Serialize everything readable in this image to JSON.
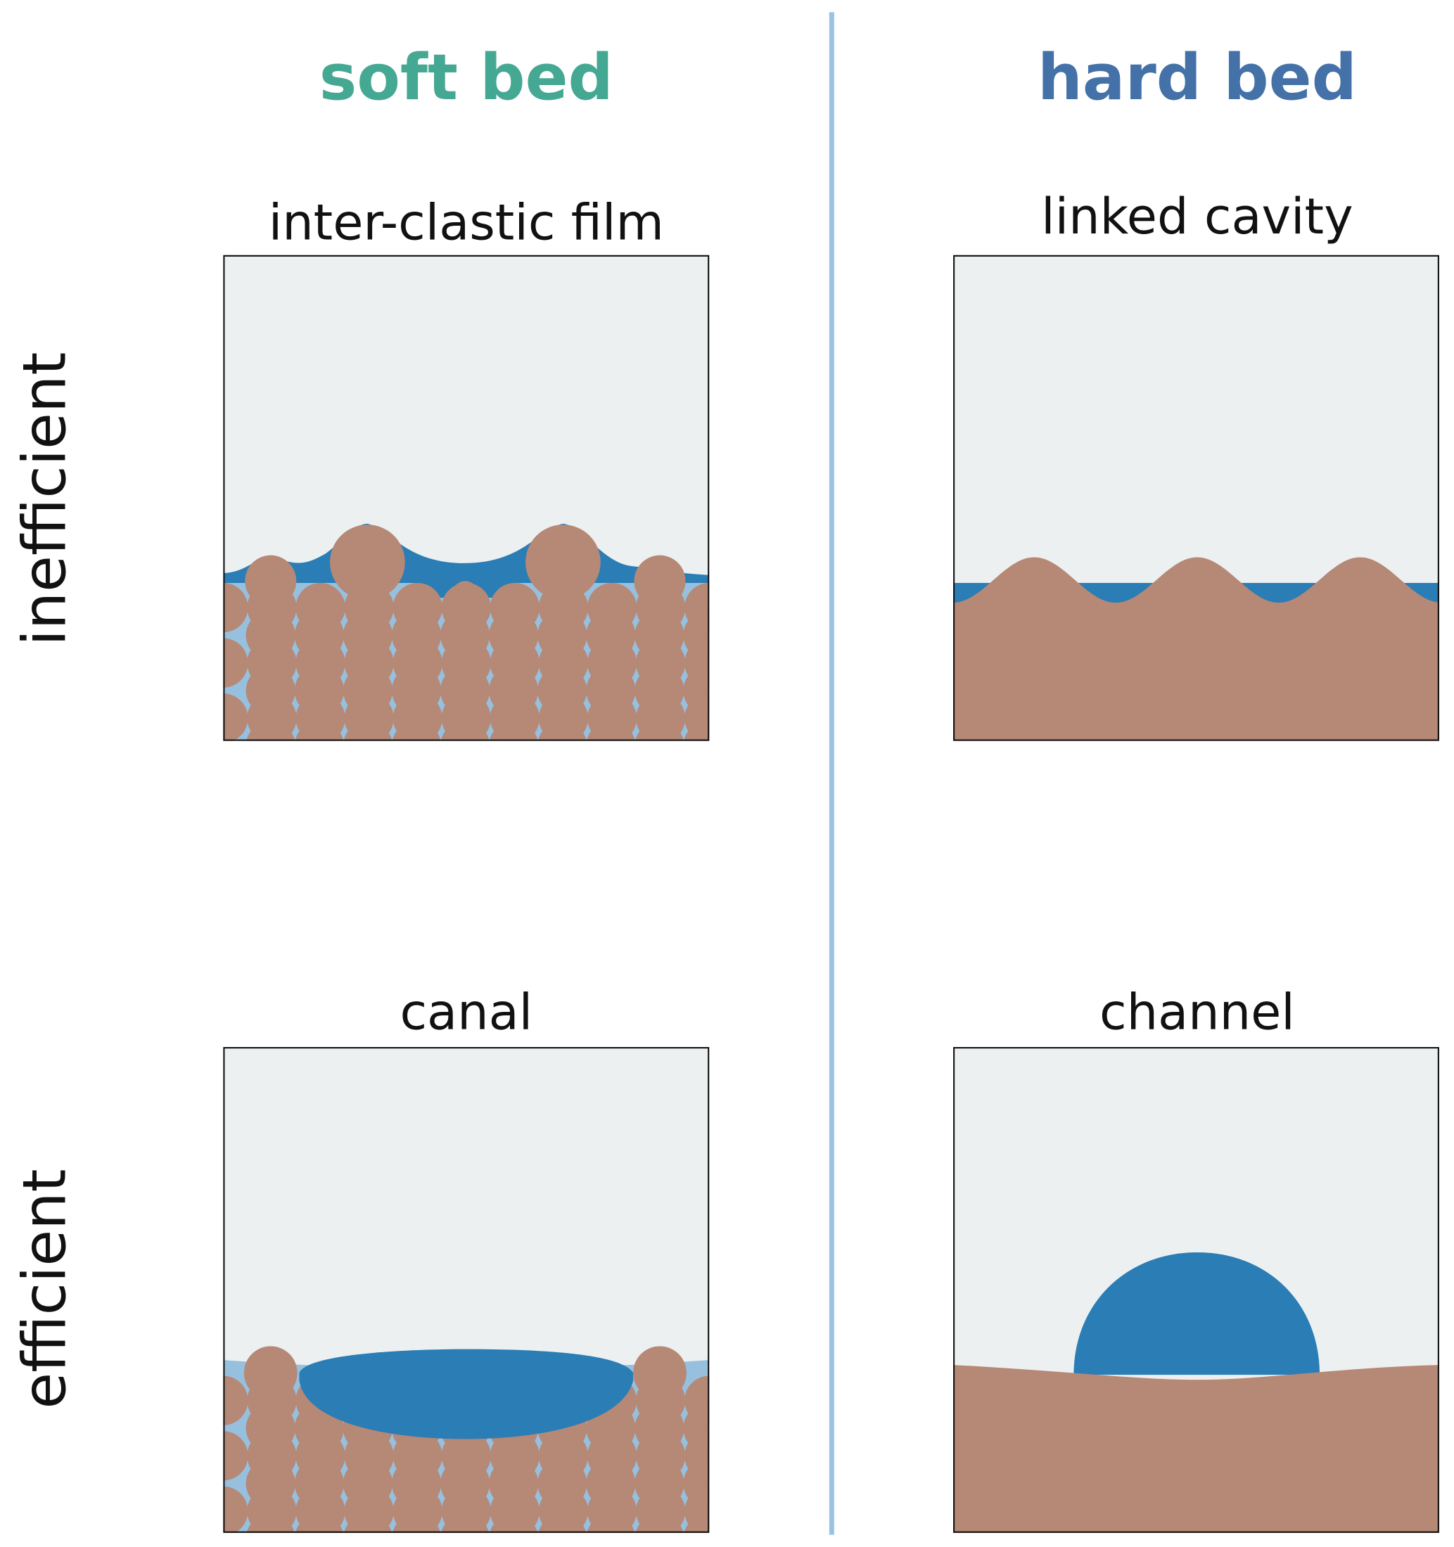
{
  "columns": [
    {
      "title": "soft bed",
      "color": "#45a892"
    },
    {
      "title": "hard bed",
      "color": "#4472a8"
    }
  ],
  "rows": [
    "inefficient",
    "efficient"
  ],
  "panels": {
    "soft_inefficient": "inter-clastic film",
    "hard_inefficient": "linked cavity",
    "soft_efficient": "canal",
    "hard_efficient": "channel"
  },
  "colors": {
    "ice": "#ecf0f0",
    "water": "#2a7db5",
    "pore_water": "#96c0de",
    "sediment": "#b68876",
    "divider": "#99c3e0"
  }
}
